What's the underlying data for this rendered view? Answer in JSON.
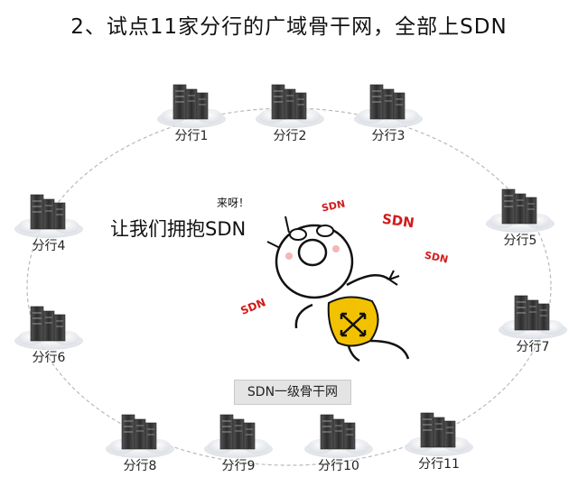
{
  "title": "2、试点11家分行的广域骨干网，全部上SDN",
  "center_label": "SDN一级骨干网",
  "slogan": "让我们拥抱SDN",
  "exclaim": "来呀！",
  "sdn_tags": [
    "SDN",
    "SDN",
    "SDN",
    "SDN"
  ],
  "branches": [
    {
      "label": "分行1"
    },
    {
      "label": "分行2"
    },
    {
      "label": "分行3"
    },
    {
      "label": "分行4"
    },
    {
      "label": "分行5"
    },
    {
      "label": "分行6"
    },
    {
      "label": "分行7"
    },
    {
      "label": "分行8"
    },
    {
      "label": "分行9"
    },
    {
      "label": "分行10"
    },
    {
      "label": "分行11"
    }
  ],
  "colors": {
    "accent": "#d11b1b",
    "shirt": "#f2c200",
    "server": "#3a3a3a"
  }
}
